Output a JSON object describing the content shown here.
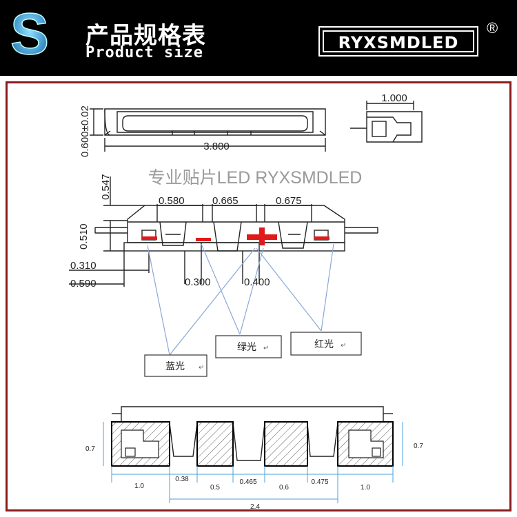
{
  "header": {
    "logo_letter": "S",
    "title_cn": "产品规格表",
    "title_en": "Product size",
    "brand": "RYXSMDLED",
    "registered": "®"
  },
  "watermark": "专业贴片LED RYXSMDLED",
  "top_view": {
    "height_dim": "0.600±0.02",
    "length_dim": "3.800",
    "side_width_dim": "1.000"
  },
  "front_view": {
    "dim_0547": "0.547",
    "dim_0510": "0.510",
    "dim_0310": "0.310",
    "dim_0590": "0.590",
    "dim_0580": "0.580",
    "dim_0665": "0.665",
    "dim_0675": "0.675",
    "dim_0300": "0.300",
    "dim_0400": "0.400"
  },
  "callouts": {
    "blue": "蓝光",
    "green": "绿光",
    "red": "红光",
    "mark": "↵"
  },
  "pad_layout": {
    "left_height": "0.7",
    "right_height": "0.7",
    "pad1": "1.0",
    "gap1": "0.38",
    "pad2": "0.5",
    "gap2": "0.465",
    "pad3": "0.6",
    "gap3": "0.475",
    "pad4": "1.0",
    "total": "2.4"
  },
  "colors": {
    "led_red": "#e01a1a",
    "logo_blue": "#1f9fd8",
    "frame": "#8a1a1a",
    "callout_line": "#8aa8d8"
  }
}
